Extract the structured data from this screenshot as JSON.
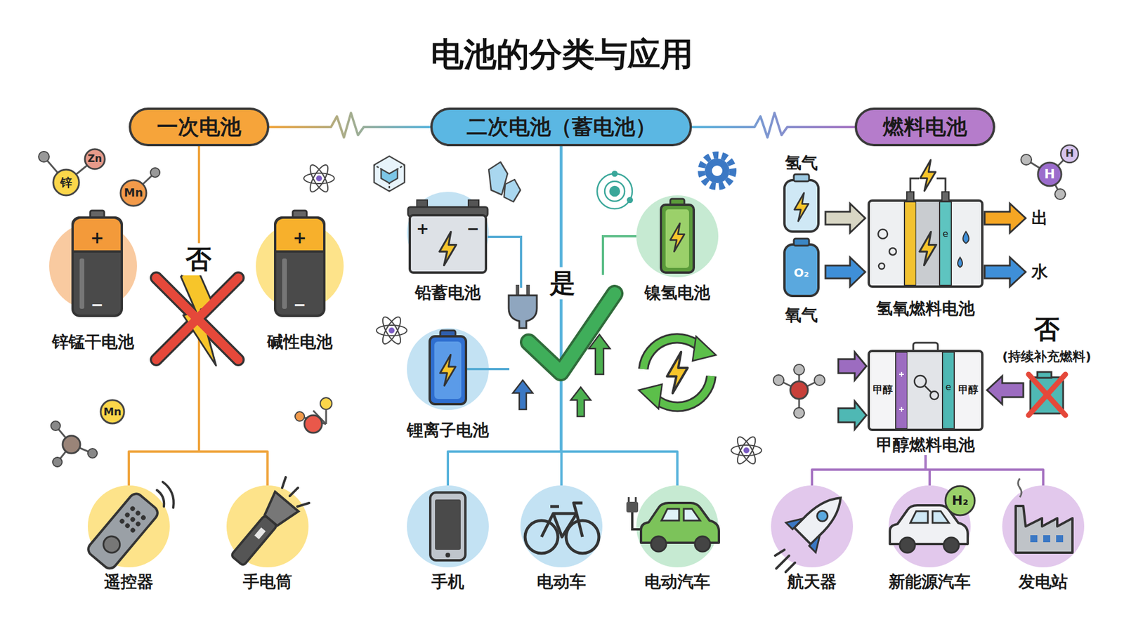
{
  "diagram": {
    "title": "电池的分类与应用",
    "nodes": [
      {
        "text": [
          "一次电池"
        ]
      },
      {
        "text": [
          "二次电池（蓄电池）"
        ]
      },
      {
        "text": [
          "燃料电池"
        ]
      },
      {
        "text": [
          "锌锰干电池"
        ]
      },
      {
        "text": [
          "碱性电池"
        ]
      },
      {
        "text": [
          "铅蓄电池"
        ]
      },
      {
        "text": [
          "镍氢电池"
        ]
      },
      {
        "text": [
          "氢氧燃料电池"
        ]
      },
      {
        "text": [
          "锂离子电池"
        ]
      },
      {
        "text": [
          "甲醇燃料电池"
        ]
      },
      {
        "text": [
          "遥控器"
        ]
      },
      {
        "text": [
          "手电筒"
        ]
      },
      {
        "text": [
          "手机"
        ]
      },
      {
        "text": [
          "电动车"
        ]
      },
      {
        "text": [
          "电动汽车"
        ]
      },
      {
        "text": [
          "航天器"
        ]
      },
      {
        "text": [
          "新能源汽车"
        ]
      },
      {
        "text": [
          "发电站"
        ]
      }
    ],
    "edges": [
      {
        "from": 0,
        "to": 1,
        "arrow": "none"
      },
      {
        "from": 1,
        "to": 2,
        "arrow": "none"
      },
      {
        "from": 0,
        "to": 10,
        "arrow": "none"
      },
      {
        "from": 0,
        "to": 11,
        "arrow": "none"
      },
      {
        "from": 1,
        "to": 12,
        "arrow": "none"
      },
      {
        "from": 1,
        "to": 13,
        "arrow": "none"
      },
      {
        "from": 1,
        "to": 14,
        "arrow": "none"
      },
      {
        "from": 9,
        "to": 15,
        "arrow": "none"
      },
      {
        "from": 9,
        "to": 16,
        "arrow": "none"
      },
      {
        "from": 9,
        "to": 17,
        "arrow": "none"
      }
    ],
    "labels": [
      "Zn",
      "锌",
      "Mn",
      "H",
      "氢气",
      "H",
      "+",
      "否",
      "+",
      "+",
      "−",
      "出",
      "e",
      "O₂",
      "是",
      "水",
      "−",
      "−",
      "氧气",
      "否",
      "(持续补充燃料)",
      "甲醇",
      "e",
      "甲醇",
      "Mn",
      "H₂"
    ]
  }
}
